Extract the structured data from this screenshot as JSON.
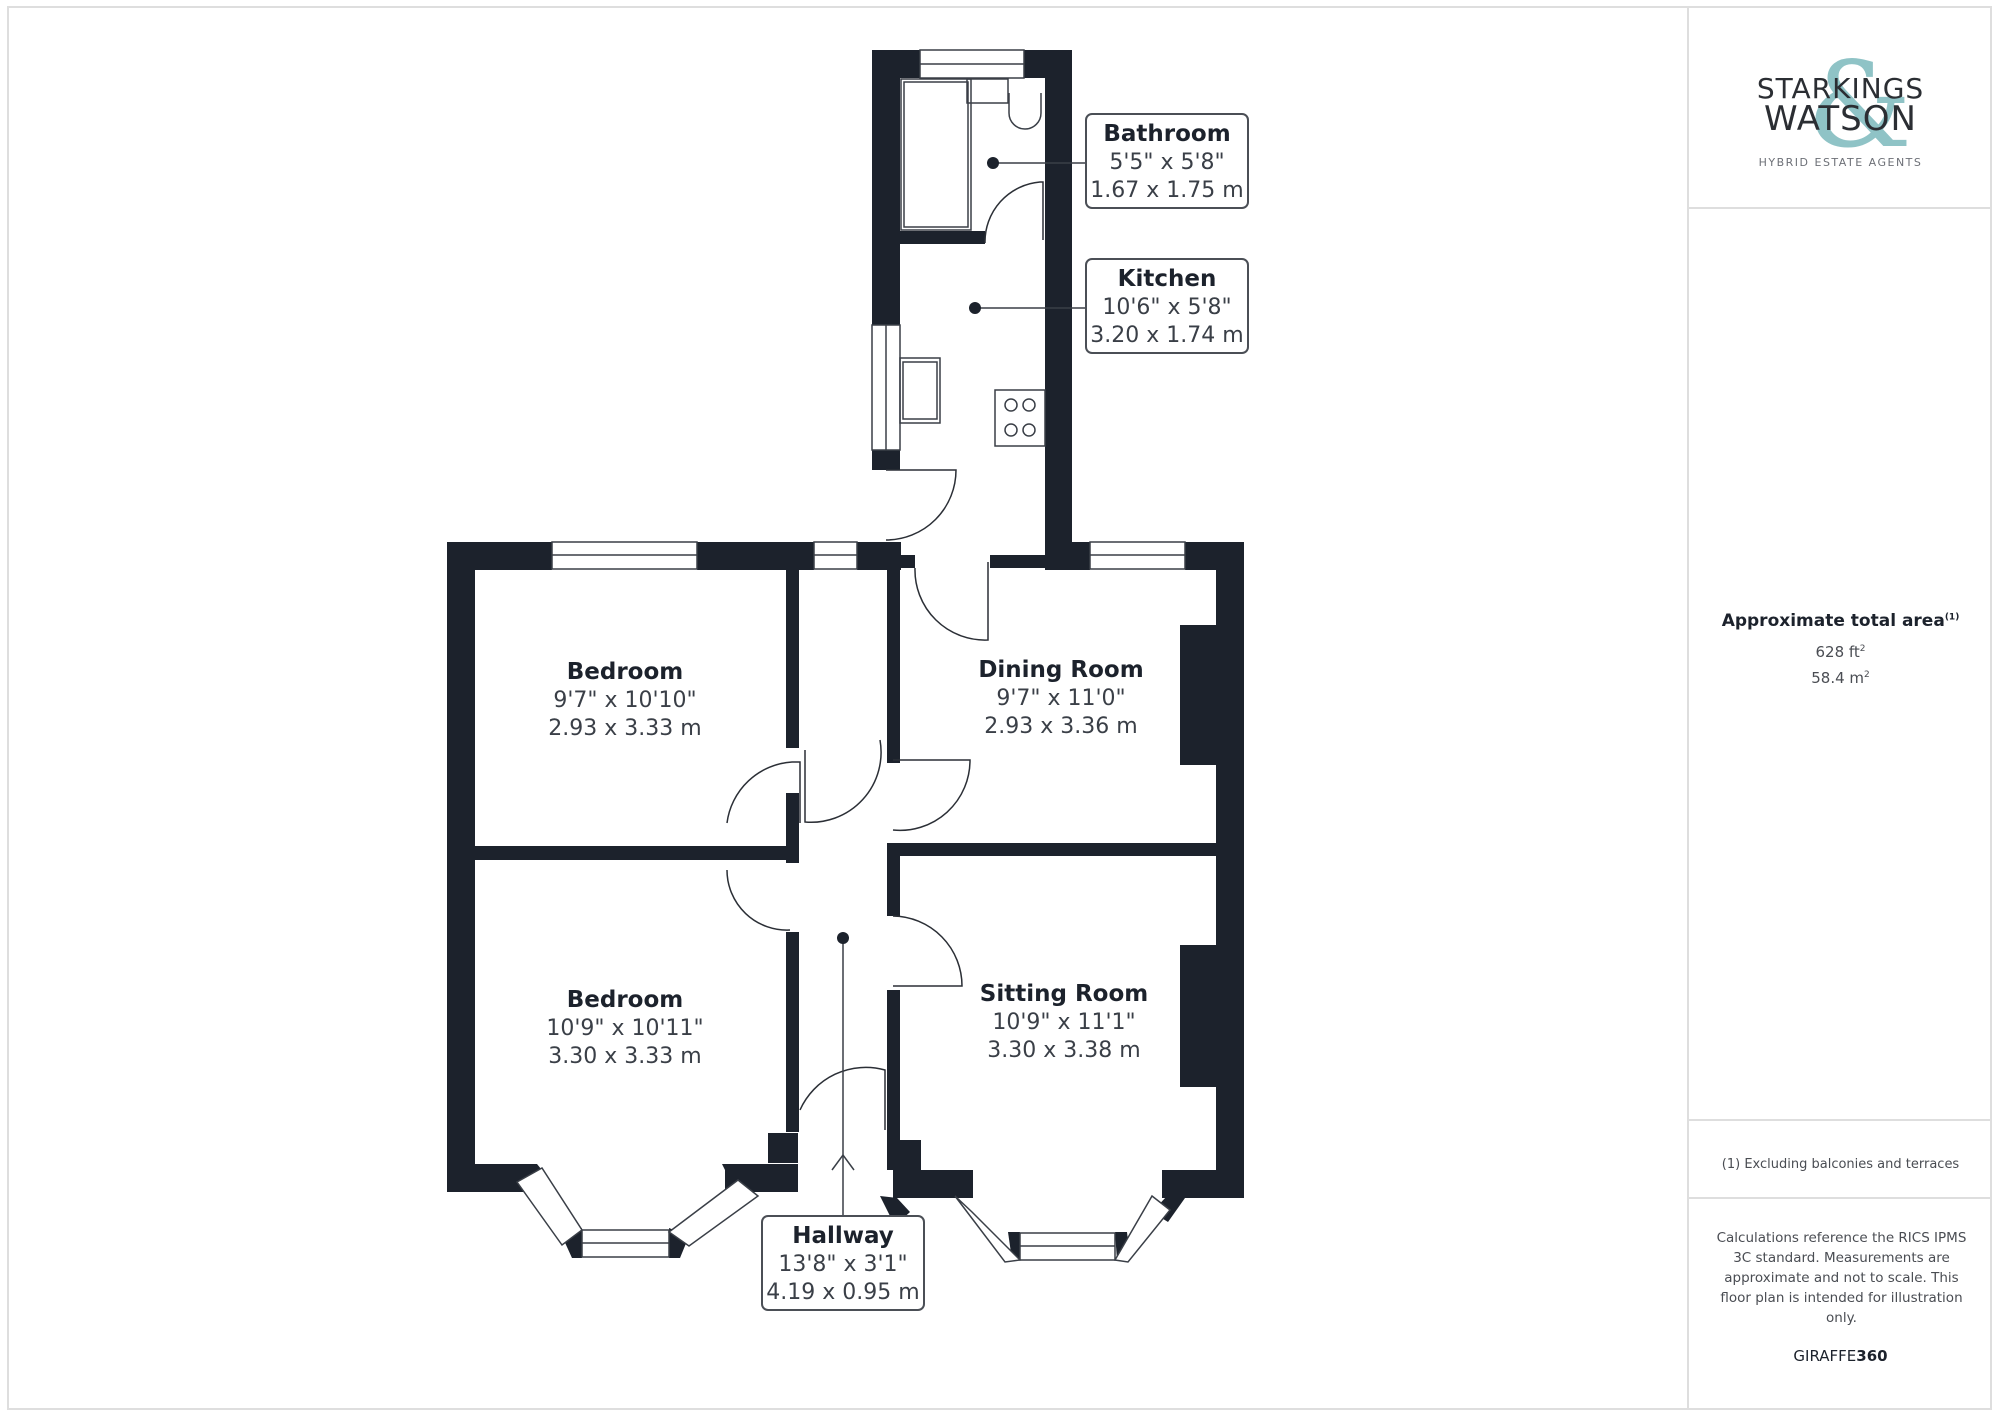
{
  "colors": {
    "wall": "#1c222c",
    "logo_accent": "#8fc3c6",
    "border": "#dedede",
    "text_muted": "#4a4d53"
  },
  "rooms": {
    "bathroom": {
      "name": "Bathroom",
      "imperial": "5'5\" x 5'8\"",
      "metric": "1.67 x 1.75 m"
    },
    "kitchen": {
      "name": "Kitchen",
      "imperial": "10'6\" x 5'8\"",
      "metric": "3.20 x 1.74 m"
    },
    "bedroom1": {
      "name": "Bedroom",
      "imperial": "9'7\" x 10'10\"",
      "metric": "2.93 x 3.33 m"
    },
    "dining_room": {
      "name": "Dining Room",
      "imperial": "9'7\" x 11'0\"",
      "metric": "2.93 x 3.36 m"
    },
    "bedroom2": {
      "name": "Bedroom",
      "imperial": "10'9\" x 10'11\"",
      "metric": "3.30 x 3.33 m"
    },
    "sitting_room": {
      "name": "Sitting Room",
      "imperial": "10'9\" x 11'1\"",
      "metric": "3.30 x 3.38 m"
    },
    "hallway": {
      "name": "Hallway",
      "imperial": "13'8\" x 3'1\"",
      "metric": "4.19 x 0.95 m"
    }
  },
  "sidebar": {
    "logo": {
      "line1": "STARKINGS",
      "line2": "WATSON",
      "ampersand": "&",
      "tagline": "HYBRID ESTATE AGENTS"
    },
    "area": {
      "title": "Approximate total area",
      "footnote_mark": "(1)",
      "sqft": "628 ft",
      "sqm": "58.4 m",
      "unit_power": "2"
    },
    "footnote": "(1) Excluding balconies and terraces",
    "disclaimer": "Calculations reference the RICS IPMS 3C standard. Measurements are approximate and not to scale. This floor plan is intended for illustration only.",
    "brand": {
      "prefix": "GIRAFFE",
      "suffix": "360"
    }
  }
}
